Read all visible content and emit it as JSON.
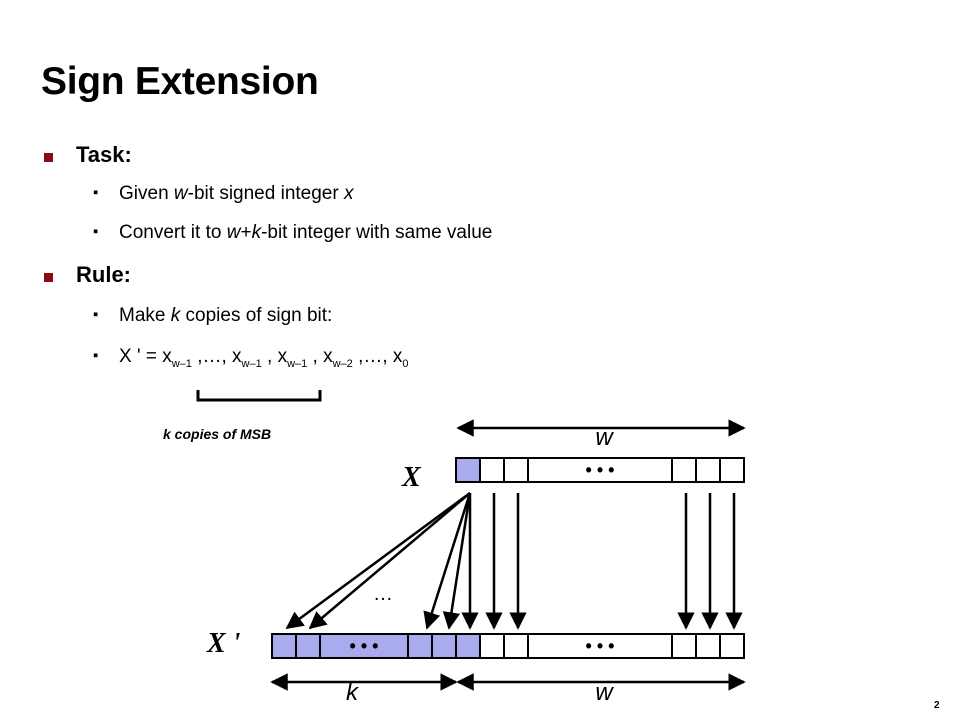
{
  "slide": {
    "title": "Sign Extension",
    "page_number": "2"
  },
  "bullets": [
    {
      "label": "Task:",
      "sub": [
        {
          "pre": "Given ",
          "i1": "w",
          "mid": "-bit signed integer ",
          "i2": "x",
          "post": ""
        },
        {
          "pre": "Convert it to ",
          "i1": "w",
          "mid": "+",
          "i2": "k",
          "post": "-bit integer with same value"
        }
      ]
    },
    {
      "label": "Rule:",
      "sub": [
        {
          "pre": "Make ",
          "i1": "k",
          "post": " copies of sign bit:"
        }
      ]
    }
  ],
  "formula": {
    "lhs": "X ' = ",
    "terms": [
      {
        "x": "x",
        "sub": "w–1",
        "sep": " ,…, "
      },
      {
        "x": "x",
        "sub": "w–1",
        "sep": " , "
      },
      {
        "x": "x",
        "sub": "w–1",
        "sep": " , "
      },
      {
        "x": "x",
        "sub": "w–2",
        "sep": " ,…, "
      },
      {
        "x": "x",
        "sub": "0",
        "sep": ""
      }
    ]
  },
  "diagram": {
    "brace_label": "k copies of MSB",
    "top_register_label": "X",
    "bottom_register_label": "X '",
    "width_label_top": "w",
    "width_label_bottom_left": "k",
    "width_label_bottom_right": "w",
    "ellipsis": "• • •",
    "arrow_ellipsis": "…",
    "colors": {
      "sign_bit_fill": "#aaaaee",
      "cell_border": "#000000",
      "bullet": "#8a0a14"
    }
  }
}
